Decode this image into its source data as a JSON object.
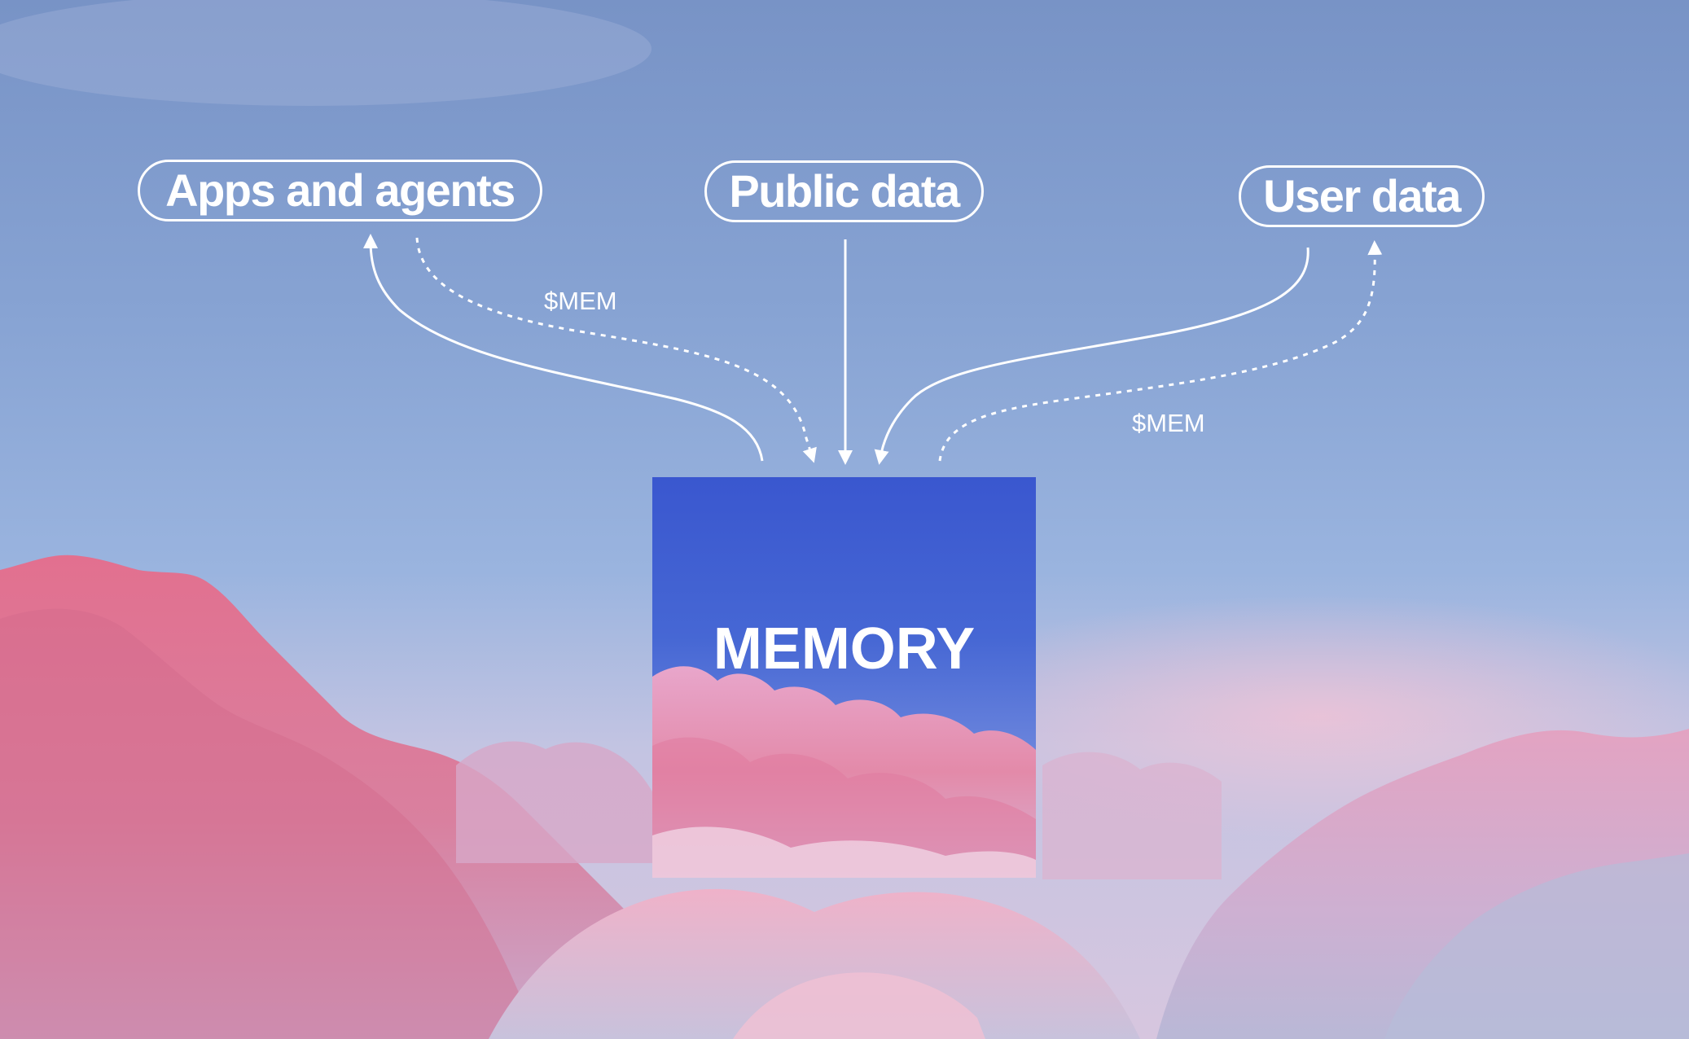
{
  "diagram": {
    "nodes": {
      "apps_agents": "Apps and agents",
      "public_data": "Public data",
      "user_data": "User data",
      "memory": "MEMORY"
    },
    "edge_labels": {
      "left_token": "$MEM",
      "right_token": "$MEM"
    },
    "edges": [
      {
        "from": "memory",
        "to": "apps_agents",
        "style": "solid"
      },
      {
        "from": "apps_agents",
        "to": "memory",
        "style": "dashed",
        "label": "$MEM"
      },
      {
        "from": "public_data",
        "to": "memory",
        "style": "solid"
      },
      {
        "from": "user_data",
        "to": "memory",
        "style": "solid"
      },
      {
        "from": "memory",
        "to": "user_data",
        "style": "dashed",
        "label": "$MEM"
      }
    ]
  },
  "colors": {
    "sky_top": "#7893c6",
    "sky_bottom": "#d7c6df",
    "cloud_pink": "#e27aa0",
    "card_blue": "#3a57cf",
    "stroke": "#ffffff"
  }
}
